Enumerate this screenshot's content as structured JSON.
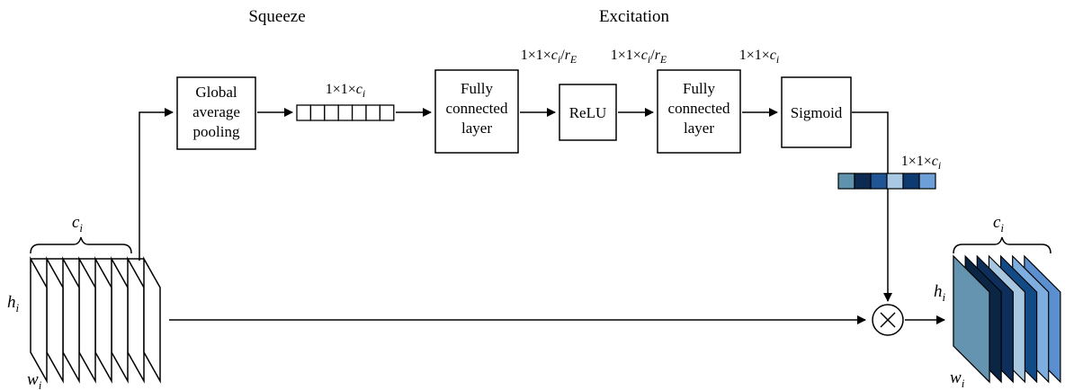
{
  "stages": {
    "squeeze": "Squeeze",
    "excitation": "Excitation"
  },
  "blocks": {
    "gap": [
      "Global",
      "average",
      "pooling"
    ],
    "fc1": [
      "Fully",
      "connected",
      "layer"
    ],
    "relu": "ReLU",
    "fc2": [
      "Fully",
      "connected",
      "layer"
    ],
    "sigmoid": "Sigmoid"
  },
  "dims": {
    "after_gap": {
      "prefix": "1×1×",
      "var": "c",
      "sub": "i"
    },
    "after_fc1": {
      "prefix": "1×1×",
      "var": "c",
      "sub": "i",
      "slash": "/",
      "var2": "r",
      "sub2": "E"
    },
    "after_relu": {
      "prefix": "1×1×",
      "var": "c",
      "sub": "i",
      "slash": "/",
      "var2": "r",
      "sub2": "E"
    },
    "after_fc2": {
      "prefix": "1×1×",
      "var": "c",
      "sub": "i"
    },
    "scale_vector": {
      "prefix": "1×1×",
      "var": "c",
      "sub": "i"
    }
  },
  "tensors": {
    "input": {
      "channels": {
        "var": "c",
        "sub": "i"
      },
      "height": {
        "var": "h",
        "sub": "i"
      },
      "width": {
        "var": "w",
        "sub": "i"
      },
      "slices": 7
    },
    "output": {
      "channels": {
        "var": "c",
        "sub": "i"
      },
      "height": {
        "var": "h",
        "sub": "i"
      },
      "width": {
        "var": "w",
        "sub": "i"
      }
    }
  },
  "vectors": {
    "gap_vector_cells": 7,
    "scale_colors": [
      "#5f93ad",
      "#0d2a52",
      "#1f5595",
      "#a9c8e3",
      "#0d3a70",
      "#6da0d8"
    ]
  },
  "output_colors": [
    "#6494b0",
    "#0b2545",
    "#0e2f5c",
    "#a7c6e0",
    "#124a86",
    "#7eaee0",
    "#5b8fd0"
  ],
  "operator": {
    "symbol": "×",
    "name": "channel-wise multiplication"
  }
}
